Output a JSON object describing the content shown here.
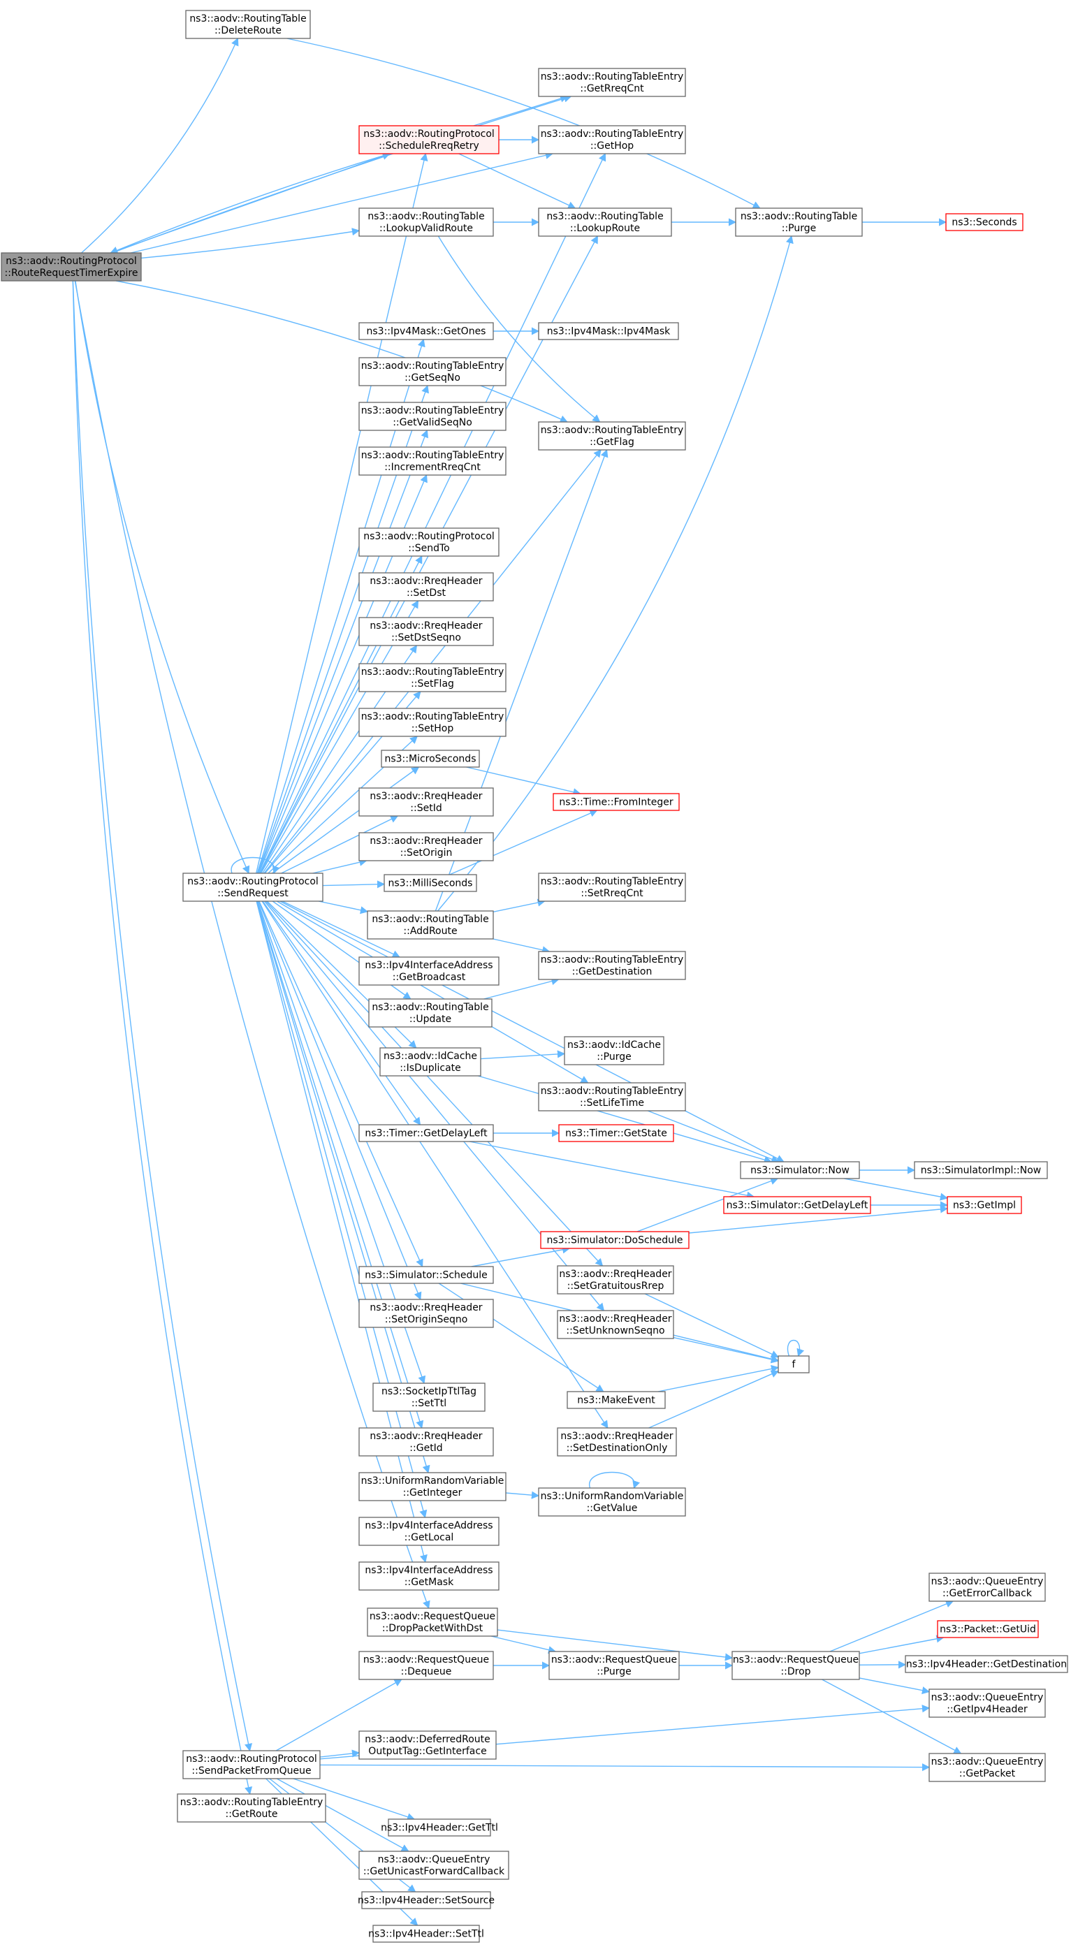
{
  "colors": {
    "edge": "#63b8ff",
    "box_border": "#666666",
    "box_fill": "#ffffff",
    "root_fill": "#999999",
    "red_border": "#ff0000"
  },
  "nodes": [
    {
      "id": "root",
      "lines": [
        "ns3::aodv::RoutingProtocol",
        "::RouteRequestTimerExpire"
      ],
      "style": "root"
    },
    {
      "id": "deleteRoute",
      "lines": [
        "ns3::aodv::RoutingTable",
        "::DeleteRoute"
      ],
      "style": "normal"
    },
    {
      "id": "getRreqCnt",
      "lines": [
        "ns3::aodv::RoutingTableEntry",
        "::GetRreqCnt"
      ],
      "style": "normal"
    },
    {
      "id": "schedRreq",
      "lines": [
        "ns3::aodv::RoutingProtocol",
        "::ScheduleRreqRetry"
      ],
      "style": "highlight"
    },
    {
      "id": "getHop",
      "lines": [
        "ns3::aodv::RoutingTableEntry",
        "::GetHop"
      ],
      "style": "normal"
    },
    {
      "id": "lookupValid",
      "lines": [
        "ns3::aodv::RoutingTable",
        "::LookupValidRoute"
      ],
      "style": "normal"
    },
    {
      "id": "lookupRoute",
      "lines": [
        "ns3::aodv::RoutingTable",
        "::LookupRoute"
      ],
      "style": "normal"
    },
    {
      "id": "purge",
      "lines": [
        "ns3::aodv::RoutingTable",
        "::Purge"
      ],
      "style": "normal"
    },
    {
      "id": "seconds",
      "lines": [
        "ns3::Seconds"
      ],
      "style": "red"
    },
    {
      "id": "getOnes",
      "lines": [
        "ns3::Ipv4Mask::GetOnes"
      ],
      "style": "normal"
    },
    {
      "id": "ipv4Mask",
      "lines": [
        "ns3::Ipv4Mask::Ipv4Mask"
      ],
      "style": "normal"
    },
    {
      "id": "getSeqNo",
      "lines": [
        "ns3::aodv::RoutingTableEntry",
        "::GetSeqNo"
      ],
      "style": "normal"
    },
    {
      "id": "getValidSeqNo",
      "lines": [
        "ns3::aodv::RoutingTableEntry",
        "::GetValidSeqNo"
      ],
      "style": "normal"
    },
    {
      "id": "getFlag",
      "lines": [
        "ns3::aodv::RoutingTableEntry",
        "::GetFlag"
      ],
      "style": "normal"
    },
    {
      "id": "incRreq",
      "lines": [
        "ns3::aodv::RoutingTableEntry",
        "::IncrementRreqCnt"
      ],
      "style": "normal"
    },
    {
      "id": "sendTo",
      "lines": [
        "ns3::aodv::RoutingProtocol",
        "::SendTo"
      ],
      "style": "normal"
    },
    {
      "id": "setDst",
      "lines": [
        "ns3::aodv::RreqHeader",
        "::SetDst"
      ],
      "style": "normal"
    },
    {
      "id": "setDstSeqno",
      "lines": [
        "ns3::aodv::RreqHeader",
        "::SetDstSeqno"
      ],
      "style": "normal"
    },
    {
      "id": "setFlag",
      "lines": [
        "ns3::aodv::RoutingTableEntry",
        "::SetFlag"
      ],
      "style": "normal"
    },
    {
      "id": "setHop",
      "lines": [
        "ns3::aodv::RoutingTableEntry",
        "::SetHop"
      ],
      "style": "normal"
    },
    {
      "id": "micro",
      "lines": [
        "ns3::MicroSeconds"
      ],
      "style": "normal"
    },
    {
      "id": "fromInt",
      "lines": [
        "ns3::Time::FromInteger"
      ],
      "style": "red"
    },
    {
      "id": "setId",
      "lines": [
        "ns3::aodv::RreqHeader",
        "::SetId"
      ],
      "style": "normal"
    },
    {
      "id": "setOrigin",
      "lines": [
        "ns3::aodv::RreqHeader",
        "::SetOrigin"
      ],
      "style": "normal"
    },
    {
      "id": "sendReq",
      "lines": [
        "ns3::aodv::RoutingProtocol",
        "::SendRequest"
      ],
      "style": "normal"
    },
    {
      "id": "milli",
      "lines": [
        "ns3::MilliSeconds"
      ],
      "style": "normal"
    },
    {
      "id": "setRreqCnt",
      "lines": [
        "ns3::aodv::RoutingTableEntry",
        "::SetRreqCnt"
      ],
      "style": "normal"
    },
    {
      "id": "addRoute",
      "lines": [
        "ns3::aodv::RoutingTable",
        "::AddRoute"
      ],
      "style": "normal"
    },
    {
      "id": "getBroadcast",
      "lines": [
        "ns3::Ipv4InterfaceAddress",
        "::GetBroadcast"
      ],
      "style": "normal"
    },
    {
      "id": "getDest",
      "lines": [
        "ns3::aodv::RoutingTableEntry",
        "::GetDestination"
      ],
      "style": "normal"
    },
    {
      "id": "update",
      "lines": [
        "ns3::aodv::RoutingTable",
        "::Update"
      ],
      "style": "normal"
    },
    {
      "id": "isDup",
      "lines": [
        "ns3::aodv::IdCache",
        "::IsDuplicate"
      ],
      "style": "normal"
    },
    {
      "id": "idPurge",
      "lines": [
        "ns3::aodv::IdCache",
        "::Purge"
      ],
      "style": "normal"
    },
    {
      "id": "setLife",
      "lines": [
        "ns3::aodv::RoutingTableEntry",
        "::SetLifeTime"
      ],
      "style": "normal"
    },
    {
      "id": "getDelayLeft",
      "lines": [
        "ns3::Timer::GetDelayLeft"
      ],
      "style": "normal"
    },
    {
      "id": "getState",
      "lines": [
        "ns3::Timer::GetState"
      ],
      "style": "red"
    },
    {
      "id": "simNow",
      "lines": [
        "ns3::Simulator::Now"
      ],
      "style": "normal"
    },
    {
      "id": "implNow",
      "lines": [
        "ns3::SimulatorImpl::Now"
      ],
      "style": "normal"
    },
    {
      "id": "simDelayLeft",
      "lines": [
        "ns3::Simulator::GetDelayLeft"
      ],
      "style": "red"
    },
    {
      "id": "getImpl",
      "lines": [
        "ns3::GetImpl"
      ],
      "style": "red"
    },
    {
      "id": "doSchedule",
      "lines": [
        "ns3::Simulator::DoSchedule"
      ],
      "style": "red"
    },
    {
      "id": "simSchedule",
      "lines": [
        "ns3::Simulator::Schedule"
      ],
      "style": "normal"
    },
    {
      "id": "setGrat",
      "lines": [
        "ns3::aodv::RreqHeader",
        "::SetGratuitousRrep"
      ],
      "style": "normal"
    },
    {
      "id": "setOrigSeq",
      "lines": [
        "ns3::aodv::RreqHeader",
        "::SetOriginSeqno"
      ],
      "style": "normal"
    },
    {
      "id": "setUnknown",
      "lines": [
        "ns3::aodv::RreqHeader",
        "::SetUnknownSeqno"
      ],
      "style": "normal"
    },
    {
      "id": "f",
      "lines": [
        "f"
      ],
      "style": "normal"
    },
    {
      "id": "setTtlTag",
      "lines": [
        "ns3::SocketIpTtlTag",
        "::SetTtl"
      ],
      "style": "normal"
    },
    {
      "id": "makeEvent",
      "lines": [
        "ns3::MakeEvent"
      ],
      "style": "normal"
    },
    {
      "id": "getId",
      "lines": [
        "ns3::aodv::RreqHeader",
        "::GetId"
      ],
      "style": "normal"
    },
    {
      "id": "setDestOnly",
      "lines": [
        "ns3::aodv::RreqHeader",
        "::SetDestinationOnly"
      ],
      "style": "normal"
    },
    {
      "id": "getInteger",
      "lines": [
        "ns3::UniformRandomVariable",
        "::GetInteger"
      ],
      "style": "normal"
    },
    {
      "id": "getValue",
      "lines": [
        "ns3::UniformRandomVariable",
        "::GetValue"
      ],
      "style": "normal"
    },
    {
      "id": "getLocal",
      "lines": [
        "ns3::Ipv4InterfaceAddress",
        "::GetLocal"
      ],
      "style": "normal"
    },
    {
      "id": "getMask",
      "lines": [
        "ns3::Ipv4InterfaceAddress",
        "::GetMask"
      ],
      "style": "normal"
    },
    {
      "id": "getErrCb",
      "lines": [
        "ns3::aodv::QueueEntry",
        "::GetErrorCallback"
      ],
      "style": "normal"
    },
    {
      "id": "dropDst",
      "lines": [
        "ns3::aodv::RequestQueue",
        "::DropPacketWithDst"
      ],
      "style": "normal"
    },
    {
      "id": "getUid",
      "lines": [
        "ns3::Packet::GetUid"
      ],
      "style": "red"
    },
    {
      "id": "dequeue",
      "lines": [
        "ns3::aodv::RequestQueue",
        "::Dequeue"
      ],
      "style": "normal"
    },
    {
      "id": "rqPurge",
      "lines": [
        "ns3::aodv::RequestQueue",
        "::Purge"
      ],
      "style": "normal"
    },
    {
      "id": "rqDrop",
      "lines": [
        "ns3::aodv::RequestQueue",
        "::Drop"
      ],
      "style": "normal"
    },
    {
      "id": "ipv4GetDest",
      "lines": [
        "ns3::Ipv4Header::GetDestination"
      ],
      "style": "normal"
    },
    {
      "id": "getIpv4Hdr",
      "lines": [
        "ns3::aodv::QueueEntry",
        "::GetIpv4Header"
      ],
      "style": "normal"
    },
    {
      "id": "getIface",
      "lines": [
        "ns3::aodv::DeferredRoute",
        "OutputTag::GetInterface"
      ],
      "style": "normal"
    },
    {
      "id": "sendPkt",
      "lines": [
        "ns3::aodv::RoutingProtocol",
        "::SendPacketFromQueue"
      ],
      "style": "normal"
    },
    {
      "id": "getPacket",
      "lines": [
        "ns3::aodv::QueueEntry",
        "::GetPacket"
      ],
      "style": "normal"
    },
    {
      "id": "getRoute",
      "lines": [
        "ns3::aodv::RoutingTableEntry",
        "::GetRoute"
      ],
      "style": "normal"
    },
    {
      "id": "getTtl",
      "lines": [
        "ns3::Ipv4Header::GetTtl"
      ],
      "style": "normal"
    },
    {
      "id": "getUcb",
      "lines": [
        "ns3::aodv::QueueEntry",
        "::GetUnicastForwardCallback"
      ],
      "style": "normal"
    },
    {
      "id": "setSource",
      "lines": [
        "ns3::Ipv4Header::SetSource"
      ],
      "style": "normal"
    },
    {
      "id": "setTtl",
      "lines": [
        "ns3::Ipv4Header::SetTtl"
      ],
      "style": "normal"
    }
  ],
  "edges": [
    [
      "root",
      "deleteRoute"
    ],
    [
      "root",
      "getRreqCnt"
    ],
    [
      "root",
      "schedRreq"
    ],
    [
      "root",
      "getHop"
    ],
    [
      "root",
      "lookupValid"
    ],
    [
      "root",
      "getFlag"
    ],
    [
      "root",
      "sendReq"
    ],
    [
      "root",
      "dropDst"
    ],
    [
      "root",
      "sendPkt"
    ],
    [
      "root",
      "getRoute"
    ],
    [
      "deleteRoute",
      "purge"
    ],
    [
      "schedRreq",
      "getRreqCnt"
    ],
    [
      "schedRreq",
      "getHop"
    ],
    [
      "schedRreq",
      "lookupRoute"
    ],
    [
      "schedRreq",
      "root"
    ],
    [
      "lookupValid",
      "lookupRoute"
    ],
    [
      "lookupValid",
      "getFlag"
    ],
    [
      "lookupRoute",
      "purge"
    ],
    [
      "purge",
      "seconds"
    ],
    [
      "getOnes",
      "ipv4Mask"
    ],
    [
      "sendReq",
      "schedRreq"
    ],
    [
      "sendReq",
      "getHop"
    ],
    [
      "sendReq",
      "lookupRoute"
    ],
    [
      "sendReq",
      "getOnes"
    ],
    [
      "sendReq",
      "getSeqNo"
    ],
    [
      "sendReq",
      "getValidSeqNo"
    ],
    [
      "sendReq",
      "incRreq"
    ],
    [
      "sendReq",
      "getFlag"
    ],
    [
      "sendReq",
      "sendTo"
    ],
    [
      "sendReq",
      "setDst"
    ],
    [
      "sendReq",
      "setDstSeqno"
    ],
    [
      "sendReq",
      "setFlag"
    ],
    [
      "sendReq",
      "setHop"
    ],
    [
      "sendReq",
      "micro"
    ],
    [
      "sendReq",
      "setId"
    ],
    [
      "sendReq",
      "setOrigin"
    ],
    [
      "sendReq",
      "sendReq"
    ],
    [
      "sendReq",
      "milli"
    ],
    [
      "sendReq",
      "addRoute"
    ],
    [
      "sendReq",
      "getBroadcast"
    ],
    [
      "sendReq",
      "update"
    ],
    [
      "sendReq",
      "isDup"
    ],
    [
      "sendReq",
      "setLife"
    ],
    [
      "sendReq",
      "getDelayLeft"
    ],
    [
      "sendReq",
      "simNow"
    ],
    [
      "sendReq",
      "simSchedule"
    ],
    [
      "sendReq",
      "setGrat"
    ],
    [
      "sendReq",
      "setOrigSeq"
    ],
    [
      "sendReq",
      "setUnknown"
    ],
    [
      "sendReq",
      "setTtlTag"
    ],
    [
      "sendReq",
      "getId"
    ],
    [
      "sendReq",
      "setDestOnly"
    ],
    [
      "sendReq",
      "getInteger"
    ],
    [
      "sendReq",
      "getLocal"
    ],
    [
      "sendReq",
      "getMask"
    ],
    [
      "micro",
      "fromInt"
    ],
    [
      "milli",
      "fromInt"
    ],
    [
      "addRoute",
      "getFlag"
    ],
    [
      "addRoute",
      "setRreqCnt"
    ],
    [
      "addRoute",
      "purge"
    ],
    [
      "addRoute",
      "getDest"
    ],
    [
      "update",
      "getDest"
    ],
    [
      "isDup",
      "idPurge"
    ],
    [
      "isDup",
      "simNow"
    ],
    [
      "setLife",
      "simNow"
    ],
    [
      "getDelayLeft",
      "getState"
    ],
    [
      "getDelayLeft",
      "simDelayLeft"
    ],
    [
      "simNow",
      "implNow"
    ],
    [
      "simNow",
      "getImpl"
    ],
    [
      "simDelayLeft",
      "getImpl"
    ],
    [
      "doSchedule",
      "simNow"
    ],
    [
      "doSchedule",
      "getImpl"
    ],
    [
      "simSchedule",
      "doSchedule"
    ],
    [
      "simSchedule",
      "makeEvent"
    ],
    [
      "simSchedule",
      "f"
    ],
    [
      "setGrat",
      "f"
    ],
    [
      "setUnknown",
      "f"
    ],
    [
      "makeEvent",
      "f"
    ],
    [
      "setDestOnly",
      "f"
    ],
    [
      "f",
      "f"
    ],
    [
      "getInteger",
      "getValue"
    ],
    [
      "getValue",
      "getValue"
    ],
    [
      "dropDst",
      "rqPurge"
    ],
    [
      "dropDst",
      "rqDrop"
    ],
    [
      "dequeue",
      "rqPurge"
    ],
    [
      "rqPurge",
      "rqDrop"
    ],
    [
      "rqDrop",
      "getErrCb"
    ],
    [
      "rqDrop",
      "getUid"
    ],
    [
      "rqDrop",
      "ipv4GetDest"
    ],
    [
      "rqDrop",
      "getIpv4Hdr"
    ],
    [
      "rqDrop",
      "getPacket"
    ],
    [
      "sendPkt",
      "dequeue"
    ],
    [
      "sendPkt",
      "getIface"
    ],
    [
      "sendPkt",
      "getIpv4Hdr"
    ],
    [
      "sendPkt",
      "getPacket"
    ],
    [
      "sendPkt",
      "getTtl"
    ],
    [
      "sendPkt",
      "getUcb"
    ],
    [
      "sendPkt",
      "setSource"
    ],
    [
      "sendPkt",
      "setTtl"
    ]
  ]
}
